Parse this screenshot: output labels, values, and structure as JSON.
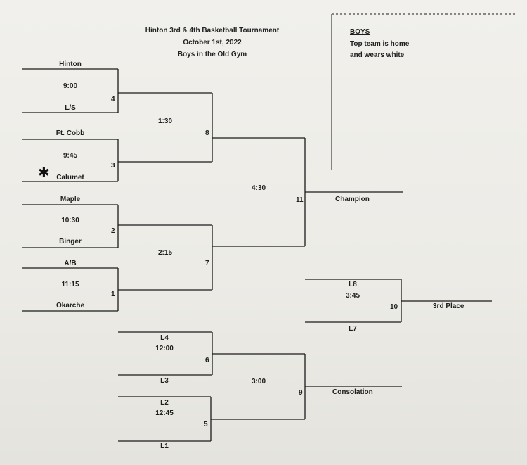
{
  "header": {
    "title": "Hinton 3rd & 4th Basketball Tournament",
    "date": "October 1st, 2022",
    "location": "Boys in the Old Gym"
  },
  "note": {
    "title": "BOYS",
    "line1": "Top team is home",
    "line2": "and wears white"
  },
  "games": {
    "g4": {
      "num": "4",
      "time": "9:00",
      "top": "Hinton",
      "bottom": "L/S"
    },
    "g3": {
      "num": "3",
      "time": "9:45",
      "top": "Ft. Cobb",
      "bottom": "Calumet"
    },
    "g2": {
      "num": "2",
      "time": "10:30",
      "top": "Maple",
      "bottom": "Binger"
    },
    "g1": {
      "num": "1",
      "time": "11:15",
      "top": "A/B",
      "bottom": "Okarche"
    },
    "g8": {
      "num": "8",
      "time": "1:30"
    },
    "g7": {
      "num": "7",
      "time": "2:15"
    },
    "g11": {
      "num": "11",
      "time": "4:30",
      "result": "Champion"
    },
    "g10": {
      "num": "10",
      "time": "3:45",
      "top": "L8",
      "bottom": "L7",
      "result": "3rd Place"
    },
    "g6": {
      "num": "6",
      "time": "12:00",
      "top": "L4",
      "bottom": "L3"
    },
    "g5": {
      "num": "5",
      "time": "12:45",
      "top": "L2",
      "bottom": "L1"
    },
    "g9": {
      "num": "9",
      "time": "3:00",
      "result": "Consolation"
    }
  },
  "marks": {
    "asterisk": "✱"
  }
}
